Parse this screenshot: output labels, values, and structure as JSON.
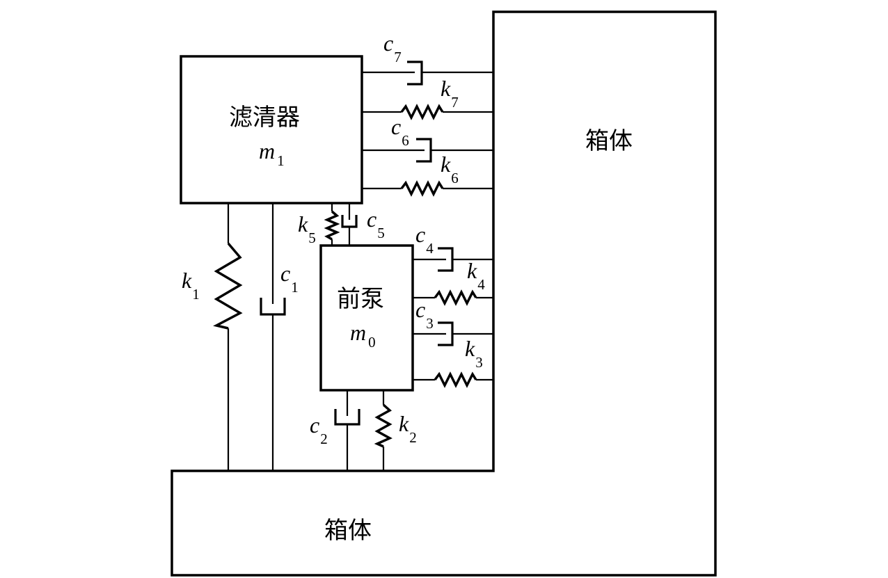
{
  "housing": {
    "label_right": "箱体",
    "label_bottom": "箱体"
  },
  "filter": {
    "name": "滤清器",
    "mass": {
      "sym": "m",
      "sub": "1"
    }
  },
  "pump": {
    "name": "前泵",
    "mass": {
      "sym": "m",
      "sub": "0"
    }
  },
  "springs": {
    "k1": {
      "sym": "k",
      "sub": "1"
    },
    "k2": {
      "sym": "k",
      "sub": "2"
    },
    "k3": {
      "sym": "k",
      "sub": "3"
    },
    "k4": {
      "sym": "k",
      "sub": "4"
    },
    "k5": {
      "sym": "k",
      "sub": "5"
    },
    "k6": {
      "sym": "k",
      "sub": "6"
    },
    "k7": {
      "sym": "k",
      "sub": "7"
    }
  },
  "dampers": {
    "c1": {
      "sym": "c",
      "sub": "1"
    },
    "c2": {
      "sym": "c",
      "sub": "2"
    },
    "c3": {
      "sym": "c",
      "sub": "3"
    },
    "c4": {
      "sym": "c",
      "sub": "4"
    },
    "c5": {
      "sym": "c",
      "sub": "5"
    },
    "c6": {
      "sym": "c",
      "sub": "6"
    },
    "c7": {
      "sym": "c",
      "sub": "7"
    }
  }
}
